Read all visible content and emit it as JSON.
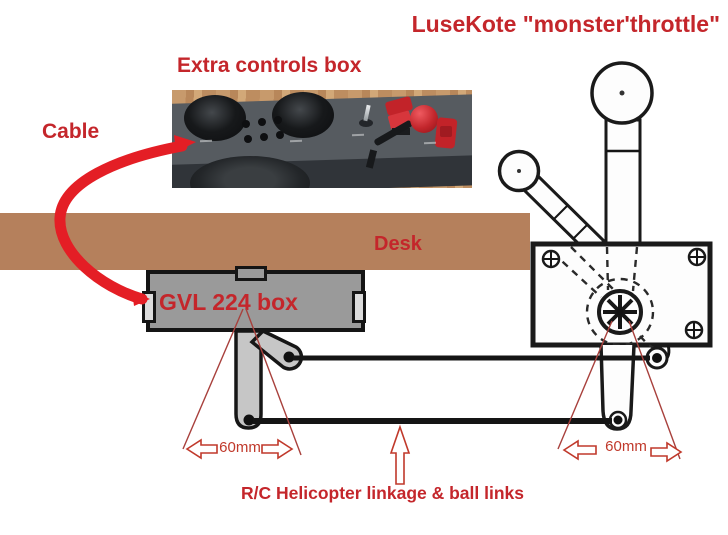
{
  "title": "LuseKote \"monster'throttle\"",
  "labels": {
    "extra_controls": "Extra controls box",
    "cable": "Cable",
    "desk": "Desk",
    "gvl_box": "GVL 224 box",
    "dim_left": "60mm",
    "dim_right": "60mm",
    "linkage": "R/C Helicopter linkage & ball links"
  },
  "icons": {
    "dim_arrow_left": "outline-arrow-left",
    "dim_arrow_right": "outline-arrow-right",
    "pointer_arrow_up": "outline-arrow-up"
  },
  "colors": {
    "label_red": "#c4262b",
    "dimension_red": "#c0392b",
    "annotation_line_red": "#a8403c",
    "cable_red": "#e41e25",
    "desk_brown": "#b5805c",
    "gvl_box_gray": "#9a9a9a",
    "arm_gray": "#c6c6c6",
    "linkage_black": "#151515"
  }
}
